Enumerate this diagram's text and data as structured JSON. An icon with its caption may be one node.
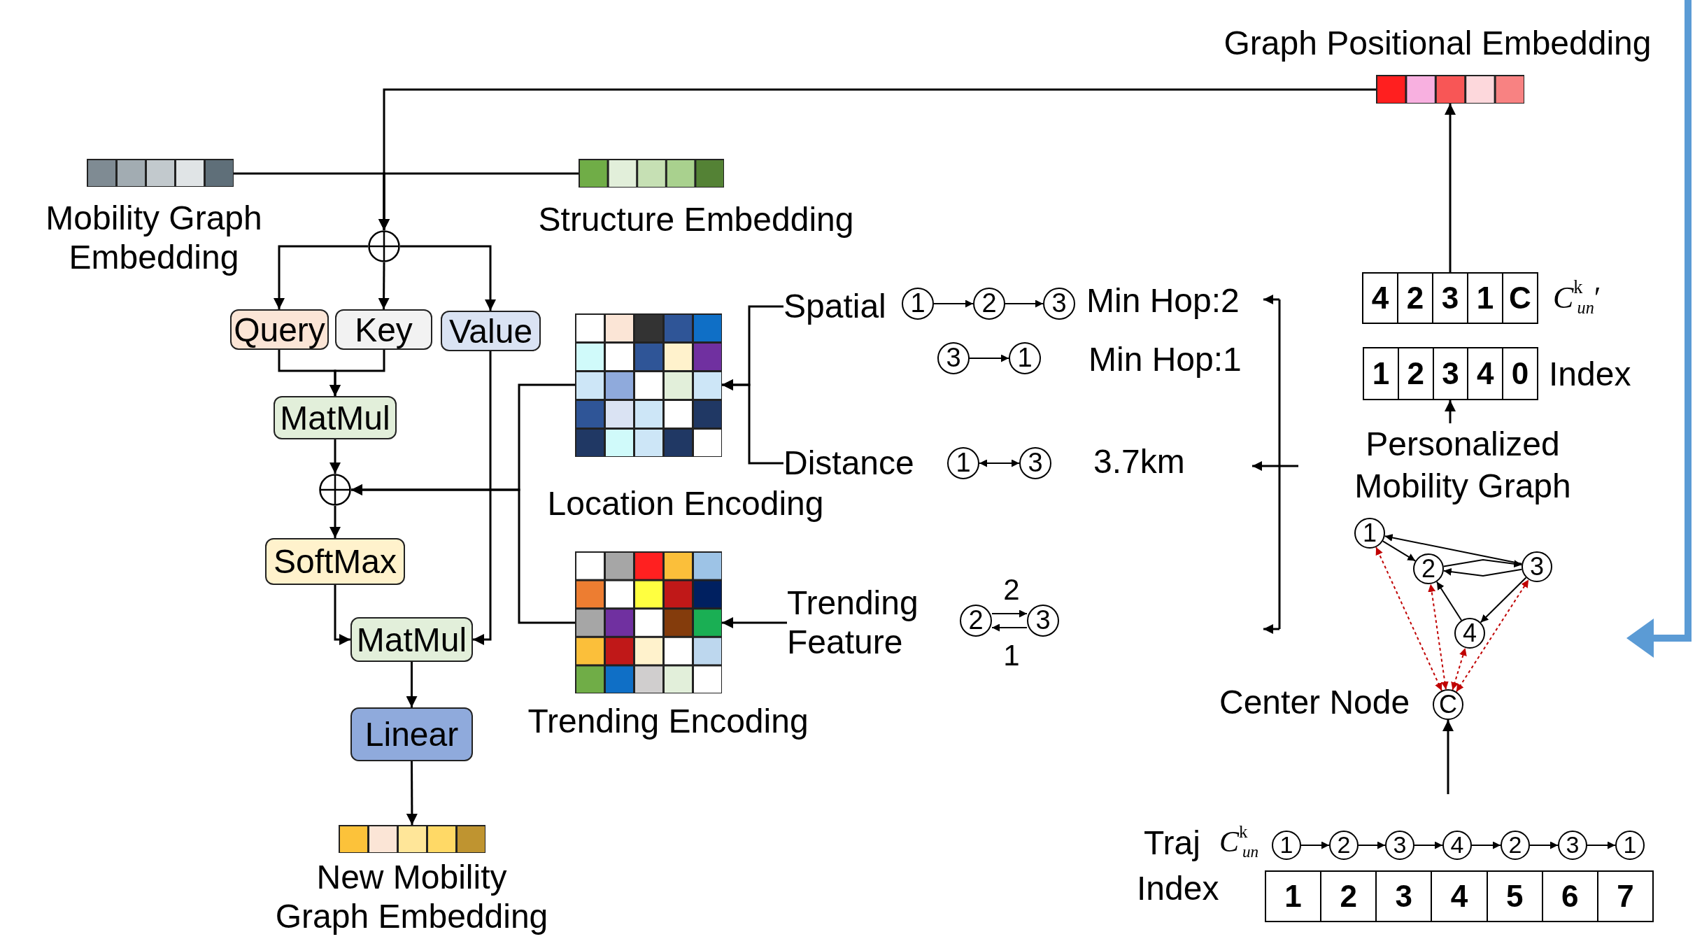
{
  "diagram": {
    "nodes": [
      {
        "text": [
          "Graph Positional Embedding"
        ]
      },
      {
        "text": [
          "Mobility Graph Embedding"
        ]
      },
      {
        "text": [
          "Structure Embedding"
        ]
      },
      {
        "text": [],
        "shape": "circle"
      },
      {
        "text": [
          "Query"
        ]
      },
      {
        "text": [
          "Key"
        ]
      },
      {
        "text": [
          "Value"
        ]
      },
      {
        "text": [
          "MatMul"
        ]
      },
      {
        "text": [
          "Location Encoding"
        ]
      },
      {
        "text": [],
        "shape": "circle"
      },
      {
        "text": [
          "SoftMax"
        ]
      },
      {
        "text": [
          "MatMul"
        ]
      },
      {
        "text": [
          "Trending Encoding"
        ]
      },
      {
        "text": [
          "Linear"
        ]
      },
      {
        "text": [
          "New Mobility Graph Embedding"
        ]
      },
      {
        "text": [
          "Spatial"
        ]
      },
      {
        "text": [
          "Distance"
        ]
      },
      {
        "text": [
          "Trending Feature"
        ]
      },
      {
        "text": [
          "1"
        ]
      },
      {
        "text": [
          "2"
        ]
      },
      {
        "text": [
          "3"
        ]
      },
      {
        "text": [
          "3"
        ]
      },
      {
        "text": [
          "1"
        ]
      },
      {
        "text": [
          "1"
        ]
      },
      {
        "text": [
          "3"
        ]
      },
      {
        "text": [
          "2"
        ]
      },
      {
        "text": [
          "3"
        ]
      },
      {
        "text": [
          "4",
          "2",
          "3",
          "1",
          "C"
        ],
        "beside": [
          "*C*$^{k}$$_{un}$′"
        ]
      },
      {
        "text": [
          "1",
          "2",
          "3",
          "4",
          "0"
        ],
        "beside": [
          "Index"
        ]
      },
      {
        "text": [
          "Personalized Mobility Graph"
        ]
      },
      {
        "text": [
          "1"
        ]
      },
      {
        "text": [
          "2"
        ]
      },
      {
        "text": [
          "3"
        ]
      },
      {
        "text": [
          "4"
        ]
      },
      {
        "text": [
          "C"
        ],
        "beside": [
          "Center Node"
        ]
      },
      {
        "text": [
          "1"
        ]
      },
      {
        "text": [
          "2"
        ]
      },
      {
        "text": [
          "3"
        ]
      },
      {
        "text": [
          "4"
        ]
      },
      {
        "text": [
          "2"
        ]
      },
      {
        "text": [
          "3"
        ]
      },
      {
        "text": [
          "1"
        ]
      },
      {
        "text": [
          "1",
          "2",
          "3",
          "4",
          "5",
          "6",
          "7"
        ],
        "beside": [
          "Index"
        ]
      }
    ],
    "edges": [
      {
        "from": 0,
        "to": 3,
        "arrow": "to"
      },
      {
        "from": 1,
        "to": 3,
        "arrow": "to"
      },
      {
        "from": 2,
        "to": 3,
        "arrow": "to"
      },
      {
        "from": 3,
        "to": 4,
        "arrow": "to"
      },
      {
        "from": 3,
        "to": 5,
        "arrow": "to"
      },
      {
        "from": 3,
        "to": 6,
        "arrow": "to"
      },
      {
        "from": 4,
        "to": 7,
        "arrow": "to"
      },
      {
        "from": 5,
        "to": 7,
        "arrow": "to"
      },
      {
        "from": 7,
        "to": 9,
        "arrow": "to"
      },
      {
        "from": 8,
        "to": 9,
        "arrow": "to"
      },
      {
        "from": 12,
        "to": 9,
        "arrow": "to"
      },
      {
        "from": 9,
        "to": 10,
        "arrow": "to"
      },
      {
        "from": 10,
        "to": 11,
        "arrow": "to"
      },
      {
        "from": 6,
        "to": 11,
        "arrow": "to"
      },
      {
        "from": 11,
        "to": 13,
        "arrow": "to"
      },
      {
        "from": 13,
        "to": 14,
        "arrow": "to"
      },
      {
        "from": 15,
        "to": 8,
        "arrow": "to"
      },
      {
        "from": 16,
        "to": 8,
        "arrow": "to"
      },
      {
        "from": 17,
        "to": 12,
        "arrow": "to"
      },
      {
        "from": 18,
        "to": 19,
        "arrow": "to"
      },
      {
        "from": 19,
        "to": 20,
        "arrow": "to"
      },
      {
        "from": 21,
        "to": 22,
        "arrow": "to"
      },
      {
        "from": 23,
        "to": 24,
        "arrow": "both"
      },
      {
        "from": 25,
        "to": 26,
        "arrow": "to",
        "label": "2"
      },
      {
        "from": 26,
        "to": 25,
        "arrow": "to",
        "label": "1"
      },
      {
        "from": 27,
        "to": 0,
        "arrow": "to"
      },
      {
        "from": 29,
        "to": 28,
        "arrow": "to"
      },
      {
        "from": 32,
        "to": 30,
        "arrow": "to"
      },
      {
        "from": 30,
        "to": 31,
        "arrow": "to"
      },
      {
        "from": 31,
        "to": 32,
        "arrow": "to"
      },
      {
        "from": 32,
        "to": 31,
        "arrow": "to"
      },
      {
        "from": 32,
        "to": 33,
        "arrow": "to"
      },
      {
        "from": 33,
        "to": 31,
        "arrow": "to"
      },
      {
        "from": 34,
        "to": 30,
        "arrow": "both",
        "style": "dashed",
        "color": "#c00000"
      },
      {
        "from": 34,
        "to": 31,
        "arrow": "both",
        "style": "dashed",
        "color": "#c00000"
      },
      {
        "from": 34,
        "to": 33,
        "arrow": "both",
        "style": "dashed",
        "color": "#c00000"
      },
      {
        "from": 34,
        "to": 32,
        "arrow": "both",
        "style": "dashed",
        "color": "#c00000"
      },
      {
        "from": null,
        "to": 34,
        "arrow": "to"
      },
      {
        "from": 35,
        "to": 36,
        "arrow": "to"
      },
      {
        "from": 36,
        "to": 37,
        "arrow": "to"
      },
      {
        "from": 37,
        "to": 38,
        "arrow": "to"
      },
      {
        "from": 38,
        "to": 39,
        "arrow": "to"
      },
      {
        "from": 39,
        "to": 40,
        "arrow": "to"
      },
      {
        "from": 40,
        "to": 41,
        "arrow": "to"
      }
    ],
    "labels": [
      "Min Hop:2",
      "Min Hop:1",
      "3.7km",
      "Traj",
      "*C*$^{k}$$_{un}$"
    ]
  }
}
